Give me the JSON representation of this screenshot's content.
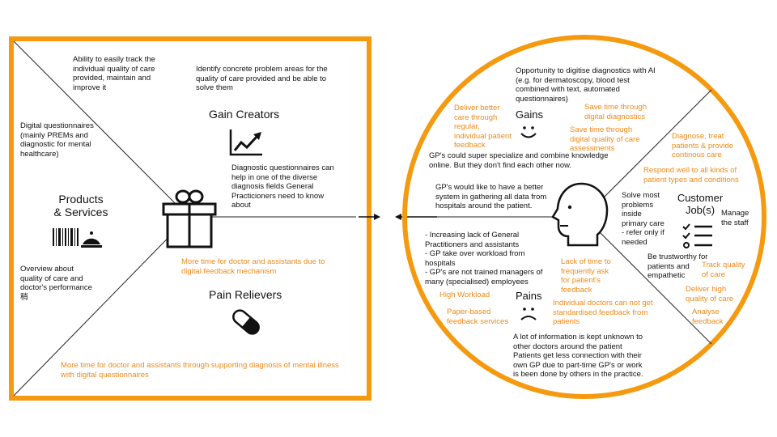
{
  "colors": {
    "accent": "#f59a0f",
    "orange_text": "#ef8a17",
    "line": "#222222"
  },
  "value_map": {
    "top_left_note": "Ability to easily track the\nindividual quality of care\nprovided, maintain and\nimprove it",
    "top_right_note": "Identify concrete problem areas for the\nquality of care provided and be able to\nsolve them",
    "gain_creators_title": "Gain Creators",
    "gain_creators_icon": "chart-trend-up-icon",
    "gain_creators_text": "Diagnostic questionnaires can\nhelp in one of the diverse\ndiagnosis fields General\nPracticioners need to know\nabout",
    "products_note": "Digital questionnaires\n(mainly PREMs and\ndiagnostic for mental\nhealthcare)",
    "products_title": "Products\n& Services",
    "products_icon": "barcode-service-bell-icon",
    "gift_icon": "gift-icon",
    "overview_note": "Overview about\nquality of care and\ndoctor's performance\n稍",
    "feedback_orange": "More time for doctor and assistants due to\ndigital feedback mechanism",
    "pain_relievers_title": "Pain Relievers",
    "pain_relievers_icon": "pill-icon",
    "bottom_orange": "More time for doctor and assistants through supporting diagnosis of mental illness\nwith digital questionnaires"
  },
  "customer_profile": {
    "ai_note": "Opportunity to digitise diagnostics with AI\n(e.g. for dermatoscopy, blood test\ncombined with text, automated\nquestionnaires)",
    "deliver_better": "Deliver better\ncare through\nregular,\nindividual patient\nfeedback",
    "gains_title": "Gains",
    "gains_icon": "smile-icon",
    "save_time_1": "Save time through\ndigital diagnostics",
    "save_time_2": "Save time through\ndigital quality of care\nassessments",
    "specialize_note": "GP's could super specialize and combine knowledge\nonline. But they don't find each other now.",
    "better_system": "GP's would like to have a better\nsystem in gathering all data from\nhospitals around the patient.",
    "person_icon": "person-head-icon",
    "diagnose_treat": "Diagnose, treat\npatients & provide\ncontinous care",
    "respond_well": "Respond well to all kinds of\npatient types and conditions",
    "solve_problems": "Solve most\nproblems\ninside\nprimary care\n- refer only if\nneeded",
    "customer_jobs_title": "Customer\nJob(s)",
    "jobs_icon": "checklist-icon",
    "manage_staff": "Manage\nthe staff",
    "trustworthy": "Be trustworthy for\npatients and\nempathetic",
    "track_quality": "Track quality\nof care",
    "deliver_high": "Deliver high\nquality of care",
    "analyse_feedback": "Analyse\nfeedback",
    "lack_list": "- Increasing lack of General\n  Practitioners and assistants\n- GP take over workload from\n  hospitals\n- GP's are not trained managers of\n  many (specialised) employees",
    "lack_of_time": "Lack of time to\nfrequently ask\nfor patient's\nfeedback",
    "high_workload": "High Workload",
    "pains_title": "Pains",
    "pains_icon": "frown-icon",
    "paper_based": "Paper-based\nfeedback services",
    "standardised": "Individual doctors can not get\nstandardised feedback from\npatients",
    "info_unknown": "A lot of information is kept unknown to\nother doctors around the patient\nPatients get less connection with their\nown GP due to part-time GP's or work\nis been done by others in the practice."
  }
}
